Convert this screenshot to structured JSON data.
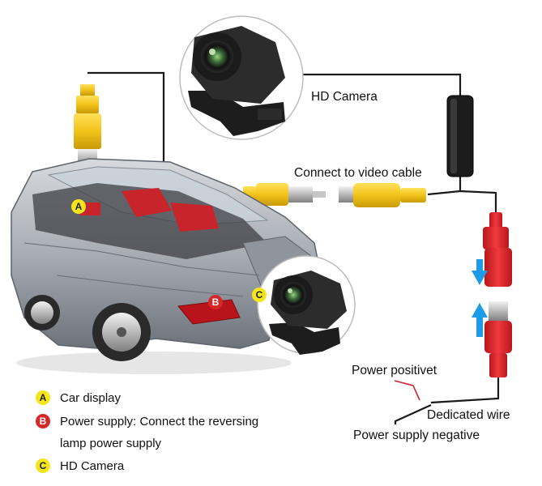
{
  "labels": {
    "hd_camera": "HD Camera",
    "connect_video": "Connect to video cable",
    "power_positive": "Power positivet",
    "dedicated_wire": "Dedicated wire",
    "power_negative": "Power supply negative"
  },
  "markers": {
    "a": "A",
    "b": "B",
    "c": "C"
  },
  "legend": [
    {
      "letter": "A",
      "text": "Car display",
      "color": "yellow"
    },
    {
      "letter": "B",
      "text": "Power supply: Connect the reversing",
      "color": "red"
    },
    {
      "letter": "",
      "text": "lamp power supply",
      "color": "none"
    },
    {
      "letter": "C",
      "text": "HD Camera",
      "color": "yellow"
    }
  ],
  "colors": {
    "rca_yellow": "#f2c31a",
    "power_red": "#e0242b",
    "arrow_blue": "#1e9be8",
    "badge_yellow": "#f5e51b",
    "badge_red": "#d62828"
  }
}
